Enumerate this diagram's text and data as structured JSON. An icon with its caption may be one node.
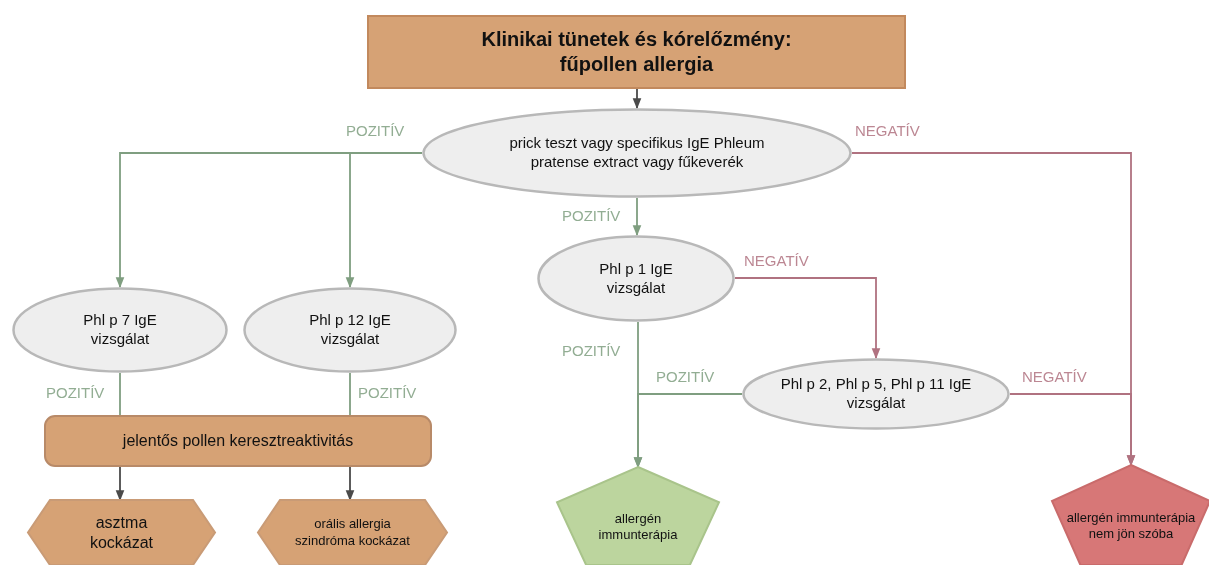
{
  "diagram": {
    "nodes": [
      {
        "text": [
          "Klinikai tünetek és kórelőzmény: fűpollen allergia"
        ]
      },
      {
        "text": [
          "prick teszt vagy specifikus IgE Phleum pratense extract vagy fűkeverék"
        ]
      },
      {
        "text": [
          "Phl p 1 IgE vizsgálat"
        ]
      },
      {
        "text": [
          "Phl p 7 IgE vizsgálat"
        ]
      },
      {
        "text": [
          "Phl p 12 IgE vizsgálat"
        ]
      },
      {
        "text": [
          "Phl p 2, Phl p 5, Phl p 11 IgE vizsgálat"
        ]
      },
      {
        "text": [
          "jelentős pollen keresztreaktivitás"
        ]
      },
      {
        "text": [
          "asztma kockázat"
        ]
      },
      {
        "text": [
          "orális allergia szindróma kockázat"
        ]
      },
      {
        "text": [
          "allergén immunterápia"
        ]
      },
      {
        "text": [
          "allergén immunterápia nem jön szóba"
        ]
      }
    ],
    "edges": [
      {
        "from": 0,
        "to": 1,
        "arrow": "to",
        "color": "#4a4a4a"
      },
      {
        "from": 1,
        "to": 3,
        "arrow": "to"
      },
      {
        "from": 1,
        "to": 4,
        "arrow": "to",
        "label": "POZITÍV"
      },
      {
        "from": 1,
        "to": 2,
        "arrow": "to",
        "label": "POZITÍV"
      },
      {
        "from": 1,
        "to": 10,
        "arrow": "to",
        "label": "NEGATÍV",
        "color": "#b07280"
      },
      {
        "from": 2,
        "to": 5,
        "arrow": "to",
        "label": "NEGATÍV",
        "color": "#b07280"
      },
      {
        "from": 2,
        "to": 9,
        "arrow": "to",
        "label": "POZITÍV"
      },
      {
        "from": 5,
        "to": 9,
        "arrow": "to",
        "label": "POZITÍV"
      },
      {
        "from": 5,
        "to": 10,
        "arrow": "to",
        "label": "NEGATÍV",
        "color": "#b07280"
      },
      {
        "from": 3,
        "to": 6,
        "arrow": "none",
        "label": "POZITÍV"
      },
      {
        "from": 4,
        "to": 6,
        "arrow": "none",
        "label": "POZITÍV"
      },
      {
        "from": 6,
        "to": 7,
        "arrow": "to",
        "color": "#4a4a4a"
      },
      {
        "from": 6,
        "to": 8,
        "arrow": "to",
        "color": "#4a4a4a"
      }
    ]
  }
}
